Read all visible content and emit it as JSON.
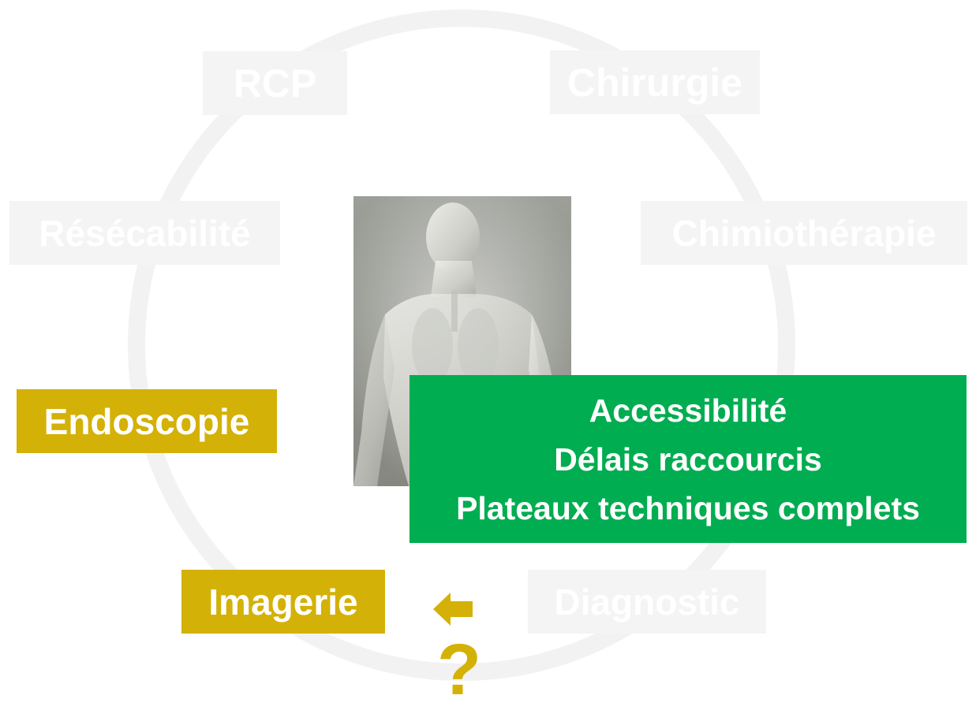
{
  "diagram": {
    "cycle_steps": {
      "rcp": "RCP",
      "chirurgie": "Chirurgie",
      "resecabilite": "Résécabilité",
      "chimiotherapie": "Chimiothérapie",
      "endoscopie": "Endoscopie",
      "imagerie": "Imagerie",
      "diagnostic": "Diagnostic"
    },
    "benefits": [
      "Accessibilité",
      "Délais raccourcis",
      "Plateaux techniques complets"
    ],
    "question_mark": "?",
    "icons": {
      "arrow": "arrow-left-icon",
      "center_image": "human-body-anatomy-image"
    },
    "colors": {
      "active_step": "#d4b106",
      "benefits_box": "#00ad50",
      "faded_step": "#f4f4f4",
      "ring": "#f2f2f2"
    }
  }
}
